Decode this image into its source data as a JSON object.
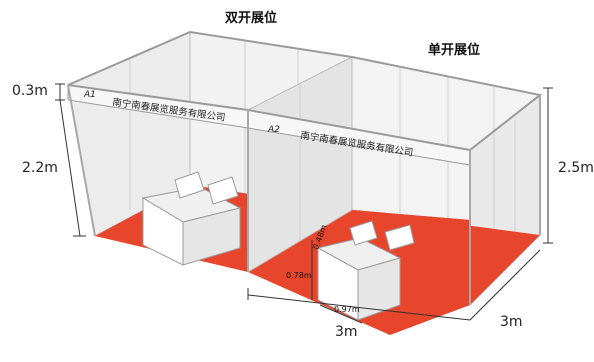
{
  "titles": {
    "double_booth": "双开展位",
    "single_booth": "单开展位"
  },
  "booth_a1": {
    "id_label": "A1",
    "company": "南宁南春展览服务有限公司"
  },
  "booth_a2": {
    "id_label": "A2",
    "company": "南宁南春展览服务有限公司"
  },
  "dimensions": {
    "fascia_height": "0.3m",
    "wall_height_front": "2.2m",
    "wall_height_total": "2.5m",
    "front_width": "3m",
    "depth": "3m",
    "table_height": "0.78m",
    "table_depth": "0.48m",
    "table_width": "0.97m"
  },
  "colors": {
    "floor_carpet": "#e8452d",
    "wall": "#f1f1f1",
    "frame": "#c9c9c9",
    "dimension_line": "#333333"
  }
}
